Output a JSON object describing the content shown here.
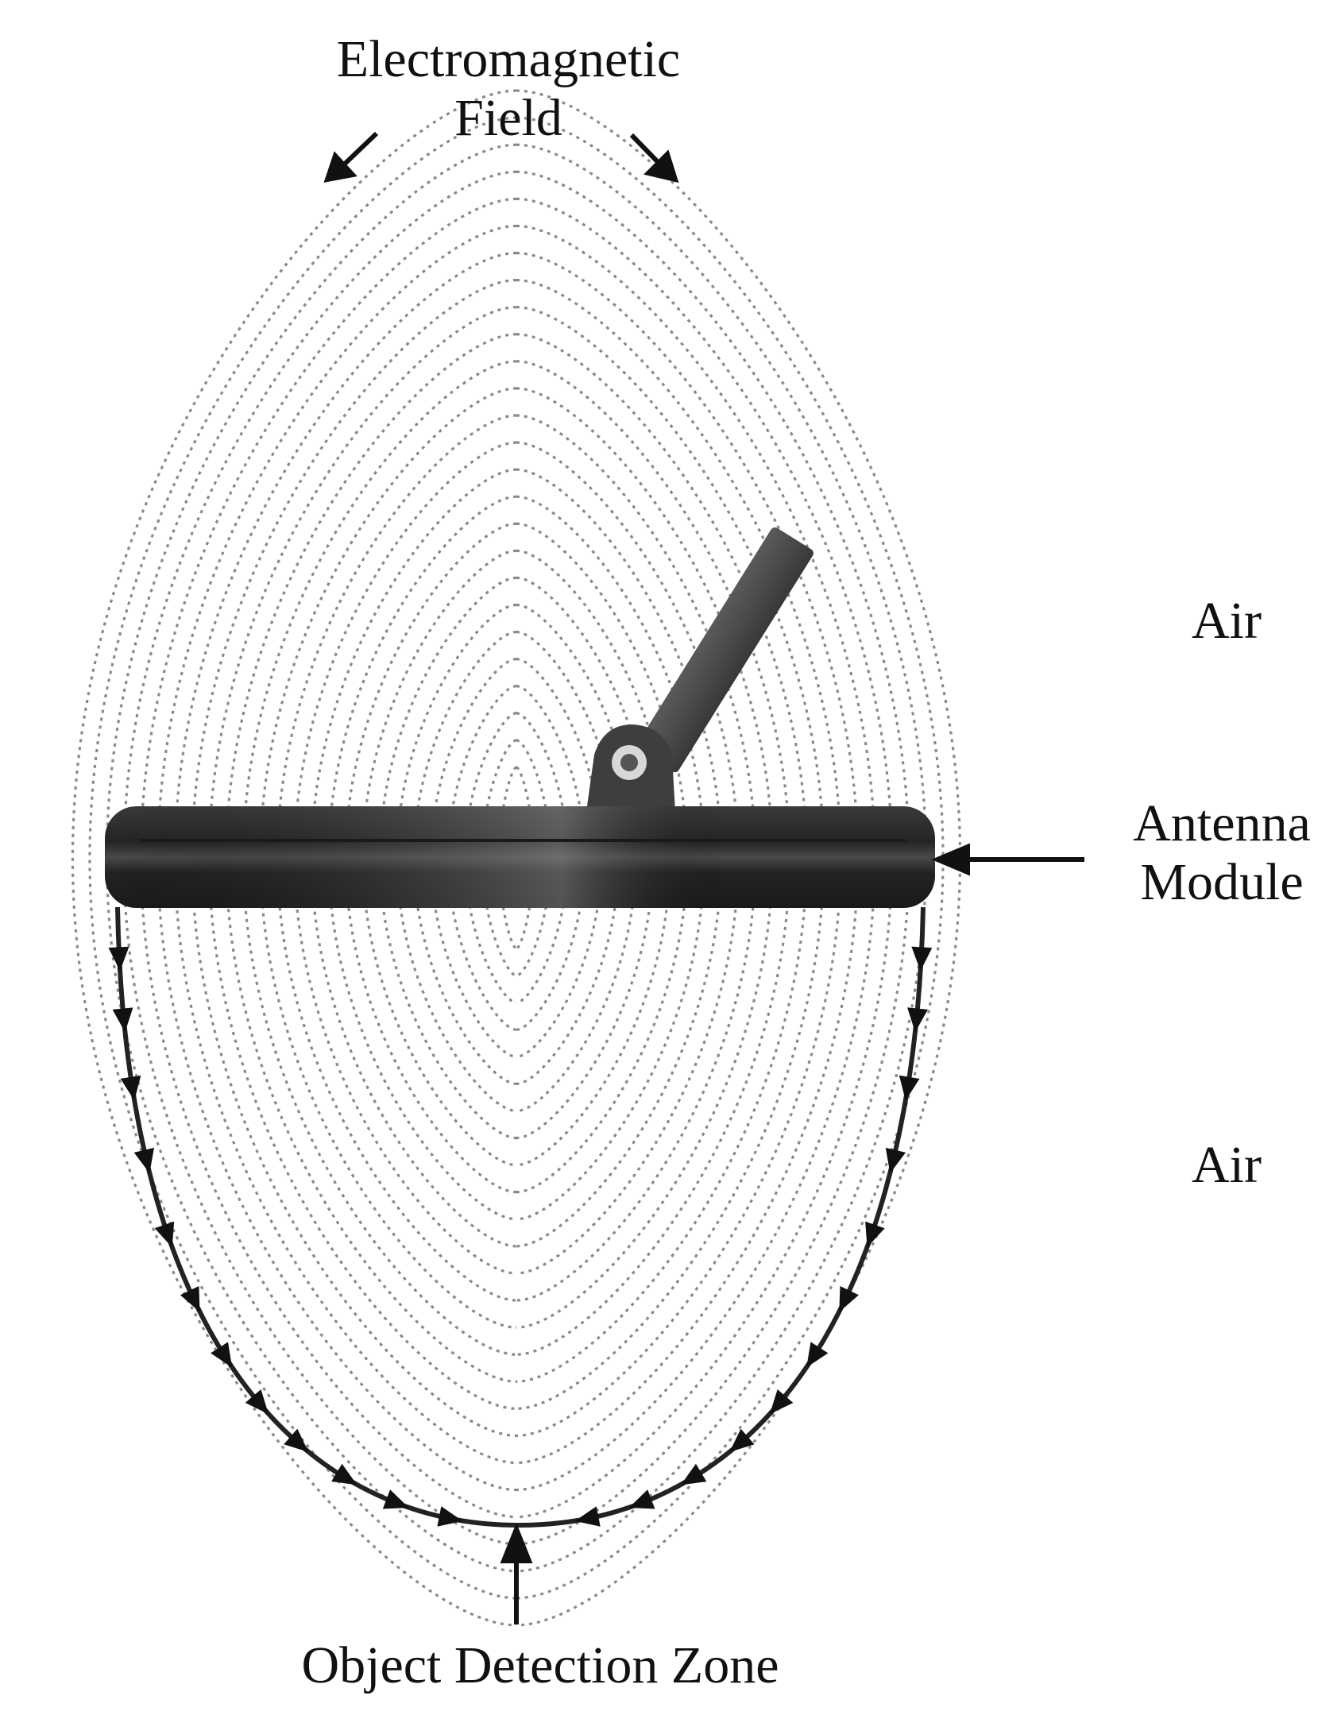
{
  "labels": {
    "em_field_line1": "Electromagnetic",
    "em_field_line2": "Field",
    "air_upper": "Air",
    "air_lower": "Air",
    "antenna_line1": "Antenna",
    "antenna_line2": "Module",
    "detection_zone": "Object Detection Zone"
  },
  "colors": {
    "field_lines": "#8a8a8a",
    "coil": "#2b2b2b",
    "arrows": "#111111",
    "text": "#111111"
  }
}
